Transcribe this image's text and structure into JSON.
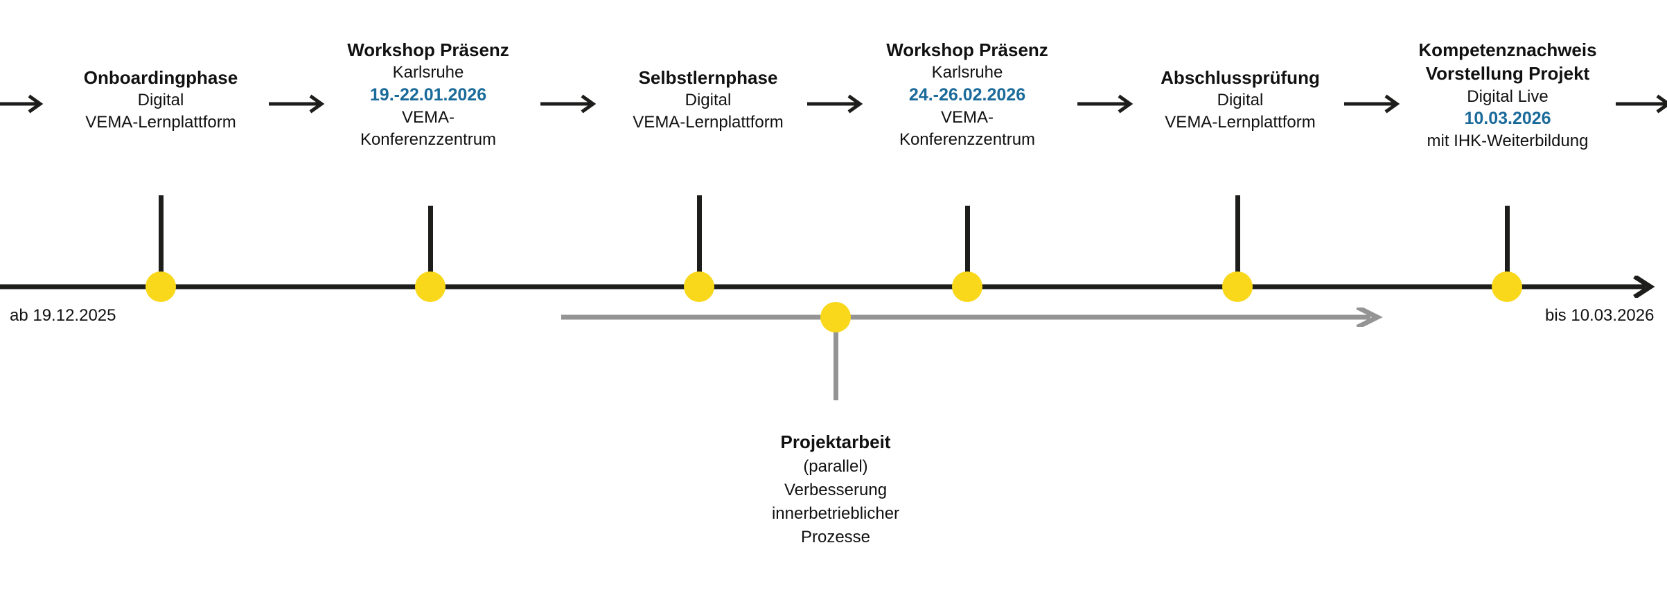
{
  "diagram": {
    "title_hidden": "",
    "colors": {
      "dot": "#f9d81c",
      "axis": "#1d1d1b",
      "parallel_axis": "#949494",
      "date_accent": "#1a6a9a",
      "text": "#111111",
      "background": "#ffffff"
    },
    "start_label": "ab 19.12.2025",
    "end_label": "bis 10.03.2026"
  },
  "phases": [
    {
      "id": "onboarding",
      "title": "Onboardingphase",
      "mode": "Digital",
      "date": "",
      "location": "VEMA-Lernplattform",
      "location_part1": "",
      "location_part2": "",
      "note": ""
    },
    {
      "id": "workshop-1",
      "title": "Workshop Präsenz",
      "mode": "Karlsruhe",
      "date": "19.-22.01.2026",
      "location": "",
      "location_part1": "VEMA-",
      "location_part2": "Konferenzzentrum",
      "note": ""
    },
    {
      "id": "selbstlernphase",
      "title": "Selbstlernphase",
      "mode": "Digital",
      "date": "",
      "location": "VEMA-Lernplattform",
      "location_part1": "",
      "location_part2": "",
      "note": ""
    },
    {
      "id": "workshop-2",
      "title": "Workshop Präsenz",
      "mode": "Karlsruhe",
      "date": "24.-26.02.2026",
      "location": "",
      "location_part1": "VEMA-",
      "location_part2": "Konferenzzentrum",
      "note": ""
    },
    {
      "id": "abschlusspruefung",
      "title": "Abschlussprüfung",
      "mode": "Digital",
      "date": "",
      "location": "VEMA-Lernplattform",
      "location_part1": "",
      "location_part2": "",
      "note": ""
    },
    {
      "id": "kompetenznachweis",
      "title_line1": "Kompetenznachweis",
      "title_line2": "Vorstellung Projekt",
      "title": "Kompetenznachweis Vorstellung Projekt",
      "mode": "Digital Live",
      "date": "10.03.2026",
      "location": "",
      "location_part1": "",
      "location_part2": "",
      "note": "mit IHK-Weiterbildung"
    }
  ],
  "parallel": {
    "title": "Projektarbeit",
    "line1": "(parallel)",
    "line2": "Verbesserung",
    "line3": "innerbetrieblicher",
    "line4": "Prozesse"
  },
  "icons": {
    "arrow_right": "arrow-right-icon",
    "axis_arrow": "timeline-arrow-icon",
    "parallel_arrow": "parallel-track-arrow-icon",
    "milestone": "milestone-dot-icon"
  }
}
